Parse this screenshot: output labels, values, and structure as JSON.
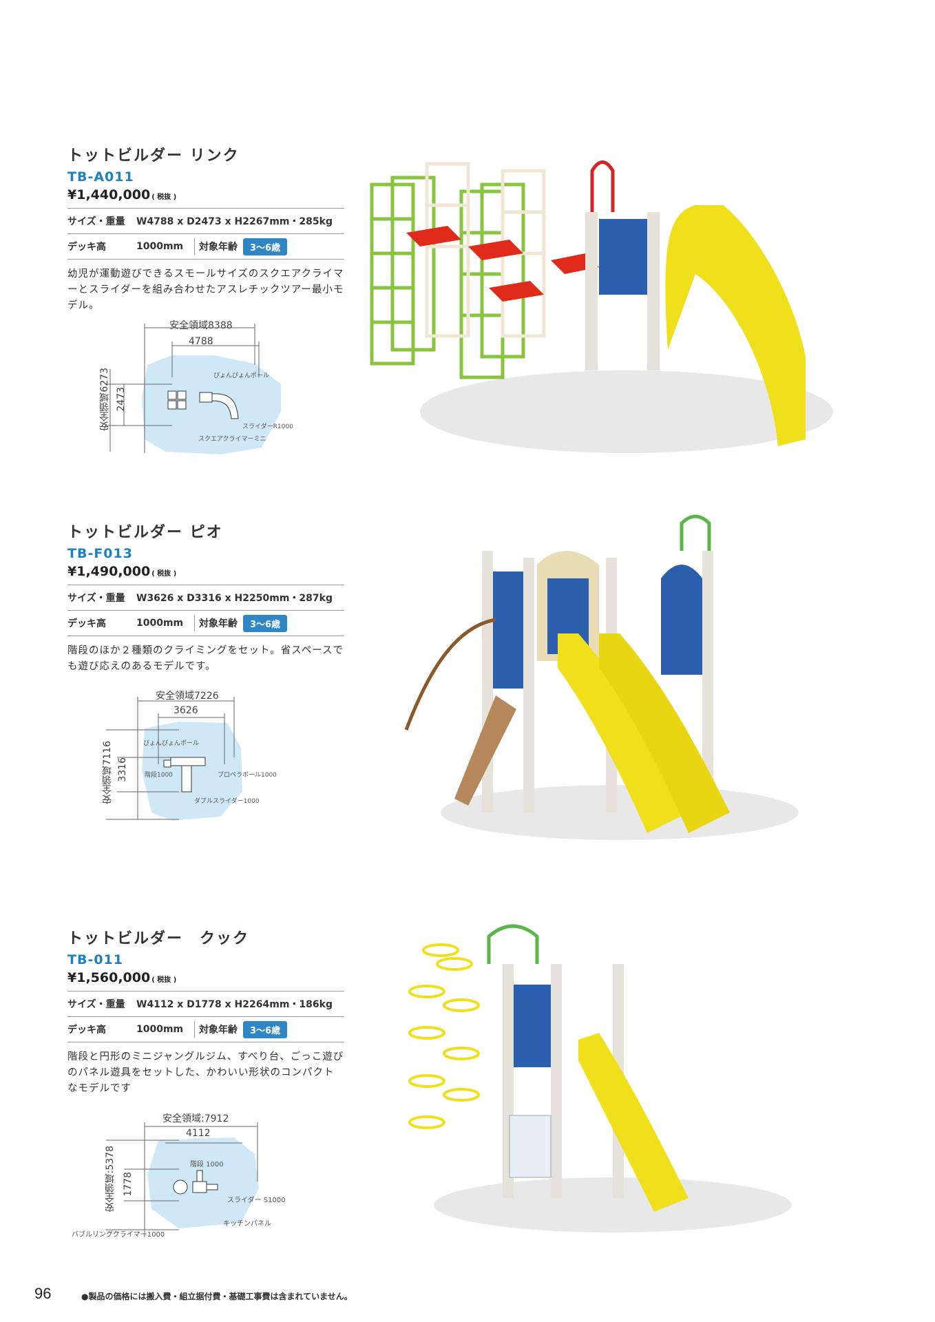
{
  "products": [
    {
      "name": "トットビルダー リンク",
      "code": "TB-A011",
      "price": "¥1,440,000",
      "tax": "( 税抜 )",
      "size_label": "サイズ・重量",
      "size_value": "W4788 x D2473 x H2267mm・285kg",
      "deck_label": "デッキ高",
      "deck_value": "1000mm",
      "age_label": "対象年齢",
      "age_value": "3～6歳",
      "desc": "幼児が運動遊びできるスモールサイズのスクエアクライマーとスライダーを組み合わせたアスレチックツアー最小モデル。",
      "diagram": {
        "safe_w": "安全領域8388",
        "w": "4788",
        "safe_d": "安全領域6273",
        "d": "2473",
        "labels": [
          "ぴょんぴょんポール",
          "スライダーR1000",
          "スクエアクライマーミニ"
        ]
      }
    },
    {
      "name": "トットビルダー ピオ",
      "code": "TB-F013",
      "price": "¥1,490,000",
      "tax": "( 税抜 )",
      "size_label": "サイズ・重量",
      "size_value": "W3626 x D3316 x H2250mm・287kg",
      "deck_label": "デッキ高",
      "deck_value": "1000mm",
      "age_label": "対象年齢",
      "age_value": "3～6歳",
      "desc": "階段のほか２種類のクライミングをセット。省スペースでも遊び応えのあるモデルです。",
      "diagram": {
        "safe_w": "安全領域7226",
        "w": "3626",
        "safe_d": "安全領域7116",
        "d": "3316",
        "labels": [
          "ぴょんぴょんポール",
          "階段1000",
          "プロペラポール1000",
          "ダブルスライダー1000"
        ]
      }
    },
    {
      "name": "トットビルダー　クック",
      "code": "TB-011",
      "price": "¥1,560,000",
      "tax": "( 税抜 )",
      "size_label": "サイズ・重量",
      "size_value": "W4112 x D1778 x H2264mm・186kg",
      "deck_label": "デッキ高",
      "deck_value": "1000mm",
      "age_label": "対象年齢",
      "age_value": "3～6歳",
      "desc": "階段と円形のミニジャングルジム、すべり台、ごっこ遊びのパネル遊具をセットした、かわいい形状のコンパクトなモデルです",
      "diagram": {
        "safe_w": "安全領域:7912",
        "w": "4112",
        "safe_d": "安全領域:5378",
        "d": "1778",
        "labels": [
          "階段 1000",
          "スライダー S1000",
          "キッチンパネル",
          "バブルリングクライマー1000"
        ]
      }
    }
  ],
  "page_number": "96",
  "footnote": "●製品の価格には搬入費・組立据付費・基礎工事費は含まれていません。",
  "colors": {
    "accent": "#1e7fc2",
    "safe_area": "#cfe8f8",
    "slide": "#f0e01c",
    "green_frame": "#8ac43f",
    "blue_panel": "#2b5fae"
  }
}
